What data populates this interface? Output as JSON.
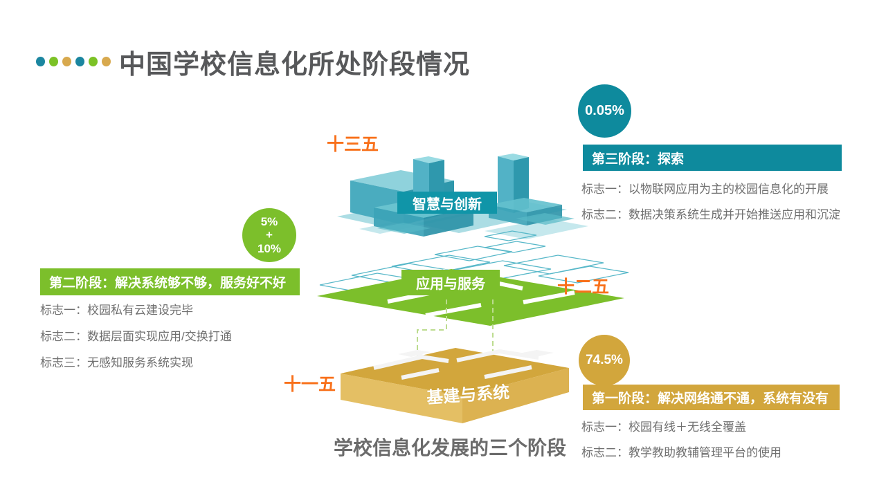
{
  "title": "中国学校信息化所处阶段情况",
  "caption": "学校信息化发展的三个阶段",
  "era_labels": {
    "plan13": "十三五",
    "plan12": "十二五",
    "plan11": "十一五"
  },
  "layers": {
    "top": {
      "label": "智慧与创新"
    },
    "middle": {
      "label": "应用与服务"
    },
    "bottom": {
      "label": "基建与系统"
    }
  },
  "stages": {
    "stage3": {
      "percent": "0.05%",
      "banner": "第三阶段：探索",
      "markers": [
        "标志一：以物联网应用为主的校园信息化的开展",
        "标志二：数据决策系统生成并开始推送应用和沉淀"
      ]
    },
    "stage2": {
      "percent_lines": [
        "5%",
        "+",
        "10%"
      ],
      "banner": "第二阶段：解决系统够不够，服务好不好",
      "markers": [
        "标志一：校园私有云建设完毕",
        "标志二：数据层面实现应用/交换打通",
        "标志三：无感知服务系统实现"
      ]
    },
    "stage1": {
      "percent": "74.5%",
      "banner": "第一阶段：解决网络通不通，系统有没有",
      "markers": [
        "标志一：校园有线＋无线全覆盖",
        "标志二：教学教助教辅管理平台的使用"
      ]
    }
  },
  "colors": {
    "teal": "#0e8a9d",
    "green": "#7cbf2b",
    "gold": "#d2a63c",
    "orange": "#f8701a",
    "title_gray": "#57585a",
    "body_gray": "#6f6f6f"
  }
}
